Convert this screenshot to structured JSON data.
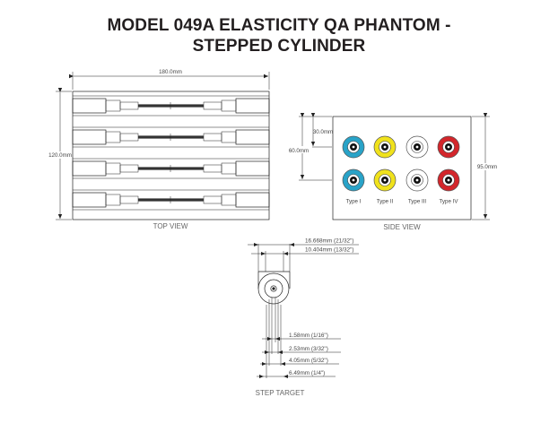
{
  "title": {
    "line1": "MODEL 049A ELASTICITY QA PHANTOM -",
    "line2": "STEPPED CYLINDER"
  },
  "top_view": {
    "caption": "TOP VIEW",
    "width_label": "180.0mm",
    "height_label": "120.0mm"
  },
  "side_view": {
    "caption": "SIDE VIEW",
    "height_label": "95.0mm",
    "spacing_label": "30.0mm",
    "offset_label": "60.0mm",
    "types": [
      {
        "label": "Type I",
        "color": "#29a3c8"
      },
      {
        "label": "Type II",
        "color": "#f0e21c"
      },
      {
        "label": "Type III",
        "color": "#ffffff"
      },
      {
        "label": "Type IV",
        "color": "#d3262b"
      }
    ]
  },
  "step_target": {
    "caption": "STEP TARGET",
    "dims": [
      "16.668mm (21/32\")",
      "10.404mm (13/32\")",
      "1.58mm (1/16\")",
      "2.53mm (3/32\")",
      "4.05mm (5/32\")",
      "6.49mm (1/4\")"
    ]
  }
}
